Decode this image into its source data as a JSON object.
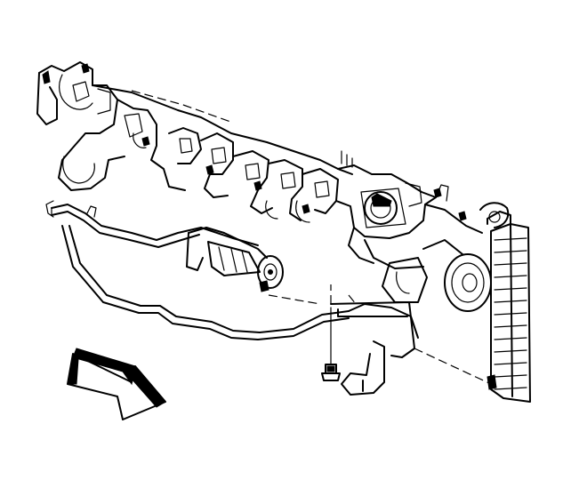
{
  "diagram": {
    "colors": {
      "line": "#000000",
      "background": "#ffffff"
    },
    "parts": [
      "engine-block",
      "intake-manifold",
      "transmission-bellhousing",
      "starter-motor",
      "throttle-body",
      "alternator-pulley",
      "radiator",
      "fuel-lines",
      "mounting-bracket",
      "retaining-bolt",
      "front-direction-arrow"
    ]
  }
}
